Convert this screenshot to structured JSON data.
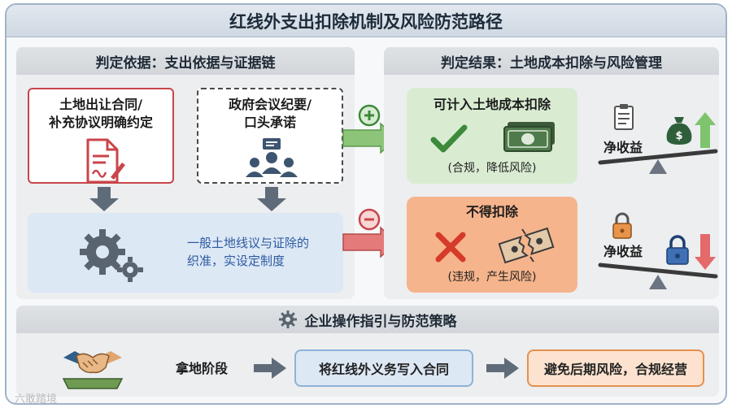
{
  "title": "红线外支出扣除机制及风险防范路径",
  "left_panel": {
    "heading": "判定依据：支出依据与证据链",
    "box_contract": [
      "土地出让合同/",
      "补充协议明确约定"
    ],
    "box_govt": [
      "政府会议纪要/",
      "口头承诺"
    ],
    "box_system": [
      "一般土地线议与证除的",
      "织准，实设定制度"
    ]
  },
  "right_panel": {
    "heading": "判定结果：土地成本扣除与风险管理",
    "deductible_title": "可计入土地成本扣除",
    "deductible_note": "(合规，降低风险)",
    "not_deductible_title": "不得扣除",
    "not_deductible_note": "(违规，产生风险)",
    "net_income_up": "净收益",
    "net_income_down": "净收益",
    "plus_sign": "+",
    "minus_sign": "−"
  },
  "bottom_panel": {
    "heading": "企业操作指引与防范策略",
    "stage": "拿地阶段",
    "action": "将红线外义务写入合同",
    "goal": "避免后期风险，合规经营"
  },
  "watermark": "六敢踏境",
  "colors": {
    "red_border": "#c9454a",
    "green_box": "#d9ecd2",
    "orange_box": "#f6b48c",
    "blue_box": "#dde8f5",
    "green_check": "#3c8a3a",
    "red_cross": "#d63b2a"
  }
}
